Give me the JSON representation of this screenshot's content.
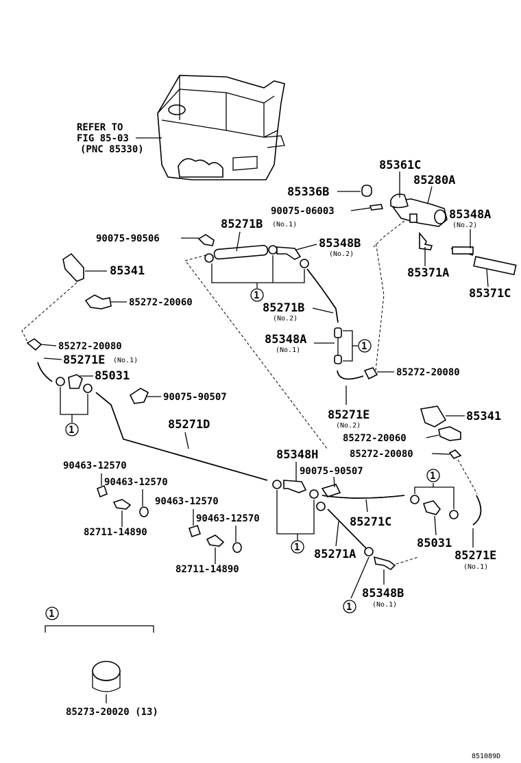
{
  "refer_note": {
    "line1": "REFER TO",
    "line2": "FIG 85-03",
    "line3": "(PNC 85330)"
  },
  "circle_marker": "1",
  "parts": {
    "p85361C": "85361C",
    "p85280A": "85280A",
    "p85336B": "85336B",
    "p90075_06003": "90075-06003",
    "p85348A_top": "85348A",
    "p85348A_top_note": "(No.2)",
    "p85271B_top": "85271B",
    "p85271B_top_note": "(No.1)",
    "p90075_90506": "90075-90506",
    "p85348B_top": "85348B",
    "p85348B_top_note": "(No.2)",
    "p85371A": "85371A",
    "p85371C": "85371C",
    "p85341_left": "85341",
    "p85272_20060_left": "85272-20060",
    "p85271B_mid": "85271B",
    "p85271B_mid_note": "(No.2)",
    "p85348A_mid": "85348A",
    "p85348A_mid_note": "(No.1)",
    "p85272_20080_left": "85272-20080",
    "p85271E_left": "85271E",
    "p85271E_left_note": "(No.1)",
    "p85031_left": "85031",
    "p85272_20080_mid": "85272-20080",
    "p90075_90507_upper": "90075-90507",
    "p85271E_mid": "85271E",
    "p85271E_mid_note": "(No.2)",
    "p85271D": "85271D",
    "p85341_right": "85341",
    "p85272_20060_right": "85272-20060",
    "p85272_20080_right": "85272-20080",
    "p90463_a": "90463-12570",
    "p85348H": "85348H",
    "p90463_b": "90463-12570",
    "p90075_90507_lower": "90075-90507",
    "p90463_c": "90463-12570",
    "p90463_d": "90463-12570",
    "p85271C": "85271C",
    "p82711_a": "82711-14890",
    "p85031_right": "85031",
    "p85271A": "85271A",
    "p85271E_right": "85271E",
    "p85271E_right_note": "(No.1)",
    "p82711_b": "82711-14890",
    "p85348B_low": "85348B",
    "p85348B_low_note": "(No.1)",
    "p85273": "85273-20020 (13)"
  },
  "figure_code": "851089D"
}
